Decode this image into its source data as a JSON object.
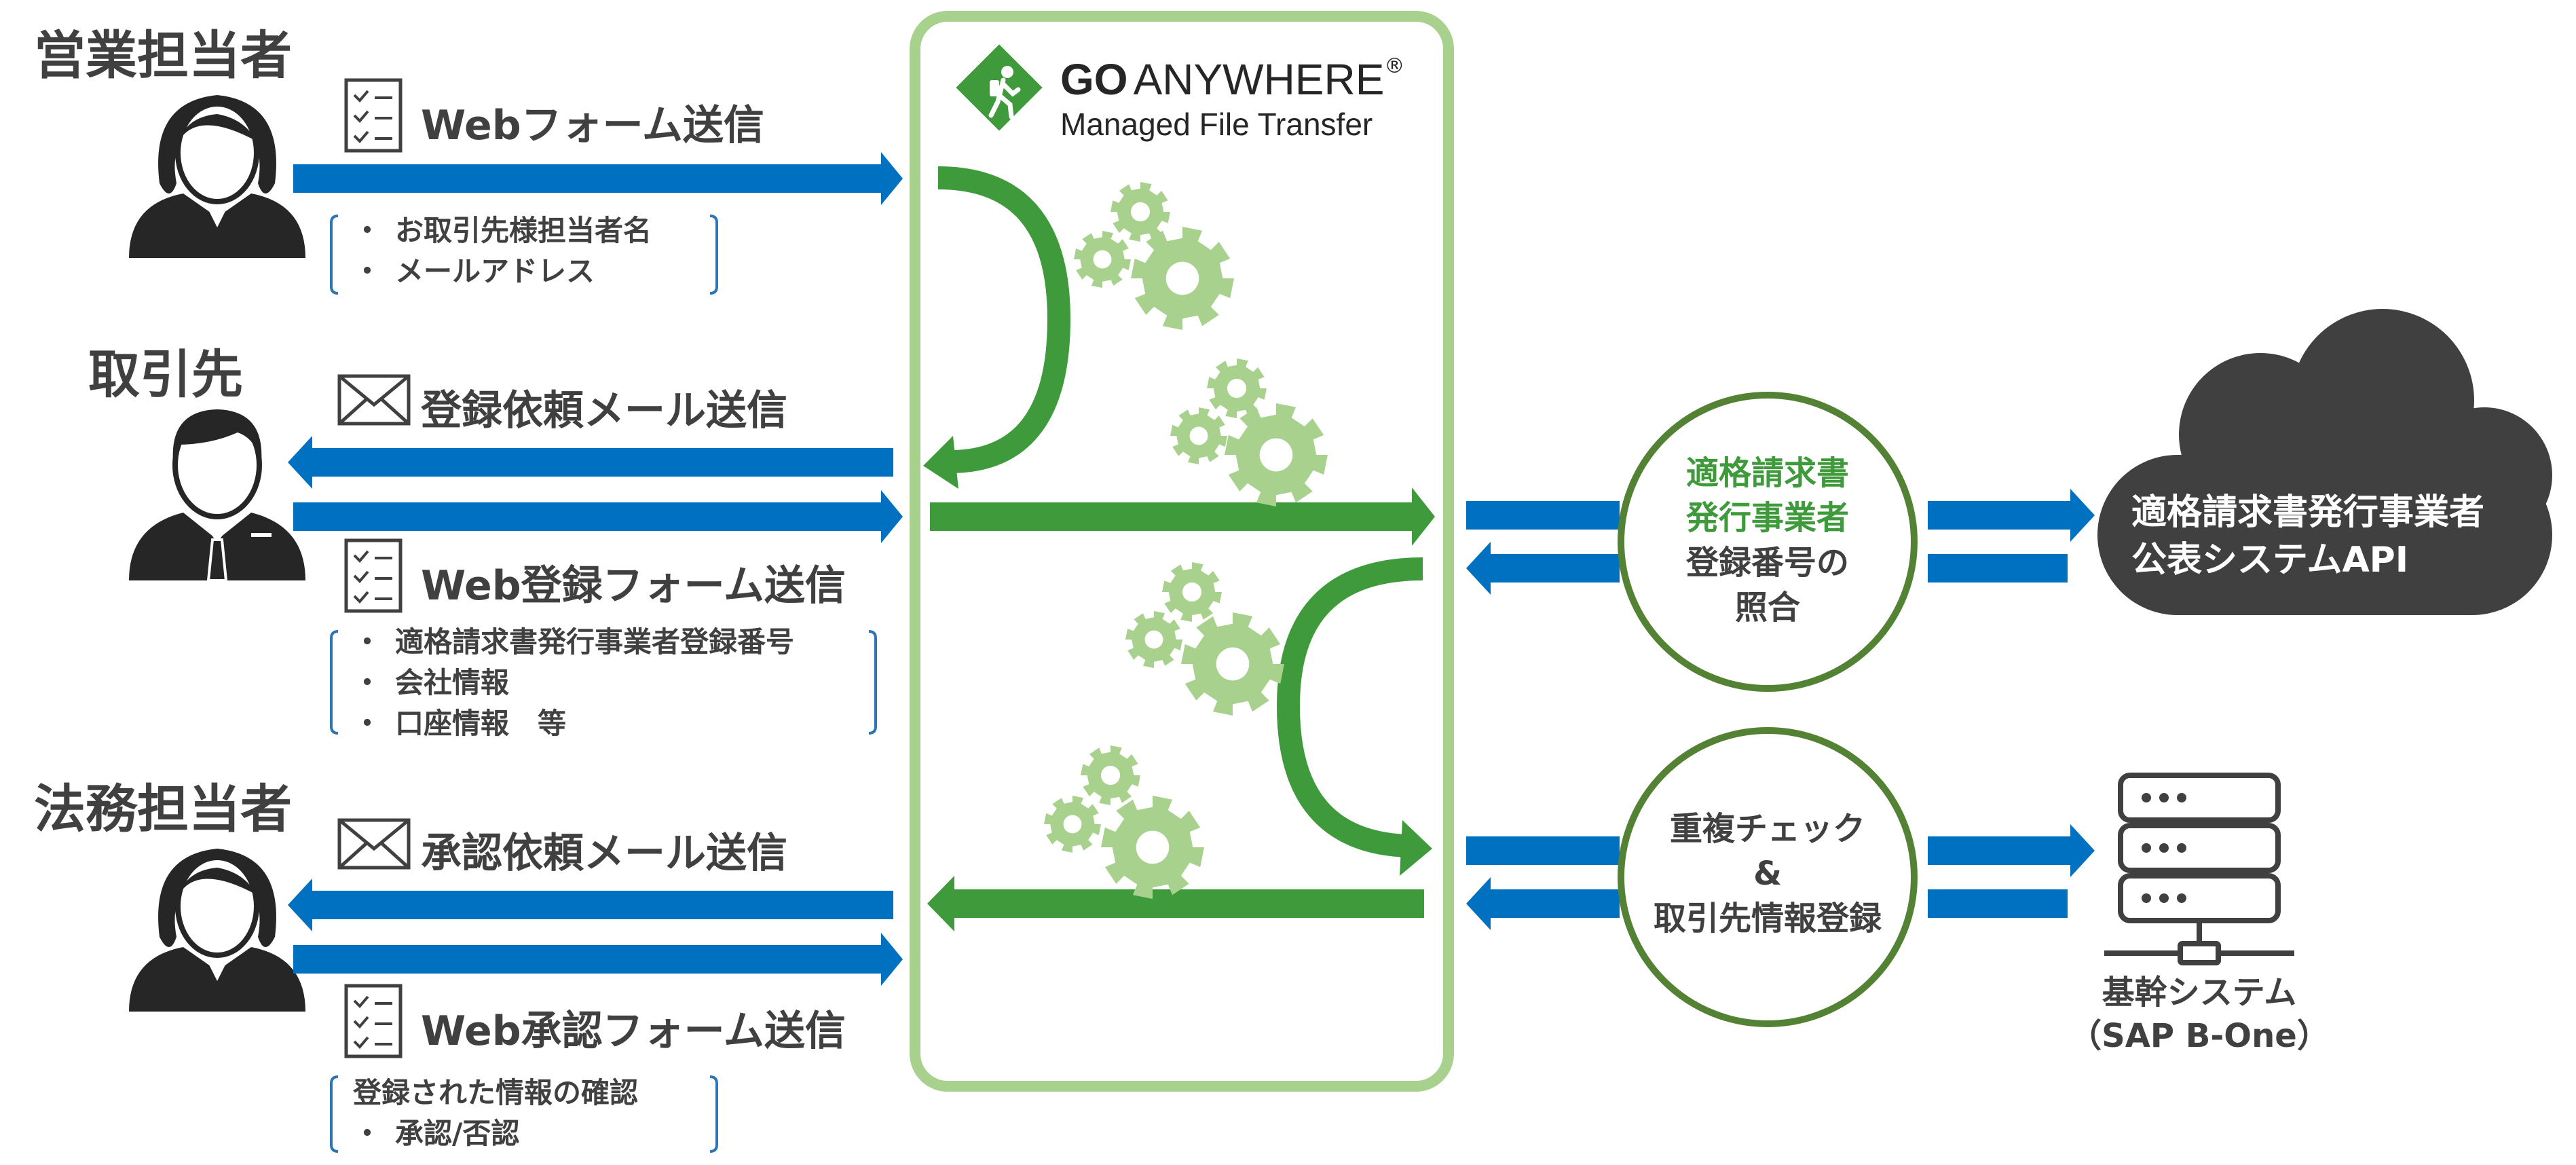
{
  "colors": {
    "blue_arrow": "#0070c0",
    "green_arrow": "#3e9a3a",
    "panel_border": "#a9d18e",
    "gear": "#a9d18e",
    "circle_border": "#548235",
    "circle_green_text": "#3e9a3a",
    "cloud": "#404040",
    "person": "#262626",
    "text": "#404040"
  },
  "brand": {
    "name_bold": "GO",
    "name_rest": "ANYWHERE",
    "registered": "®",
    "subtitle": "Managed File Transfer",
    "icon": "hiker-diamond-logo"
  },
  "roles": {
    "sales": {
      "title": "営業担当者",
      "icon": "female-person-icon"
    },
    "partner": {
      "title": "取引先",
      "icon": "male-person-tie-icon"
    },
    "legal": {
      "title": "法務担当者",
      "icon": "female-person-icon"
    }
  },
  "steps": {
    "web_form": {
      "label": "Webフォーム送信",
      "icon": "checklist-icon",
      "bullets": [
        "お取引先様担当者名",
        "メールアドレス"
      ]
    },
    "reg_mail": {
      "label": "登録依頼メール送信",
      "icon": "envelope-icon"
    },
    "web_reg_form": {
      "label": "Web登録フォーム送信",
      "icon": "checklist-icon",
      "bullets": [
        "適格請求書発行事業者登録番号",
        "会社情報",
        "口座情報　等"
      ]
    },
    "approval_mail": {
      "label": "承認依頼メール送信",
      "icon": "envelope-icon"
    },
    "web_approval_form": {
      "label": "Web承認フォーム送信",
      "icon": "checklist-icon",
      "intro": "登録された情報の確認",
      "bullets": [
        "承認/否認"
      ]
    }
  },
  "process_circles": {
    "verify": {
      "green_line1": "適格請求書",
      "green_line2": "発行事業者",
      "line3": "登録番号の",
      "line4": "照合"
    },
    "register": {
      "line1": "重複チェック",
      "line2": "&",
      "line3": "取引先情報登録"
    }
  },
  "targets": {
    "cloud": {
      "line1": "適格請求書発行事業者",
      "line2": "公表システムAPI",
      "icon": "cloud-icon"
    },
    "erp": {
      "line1": "基幹システム",
      "line2": "（SAP B-One）",
      "icon": "server-rack-icon"
    }
  }
}
